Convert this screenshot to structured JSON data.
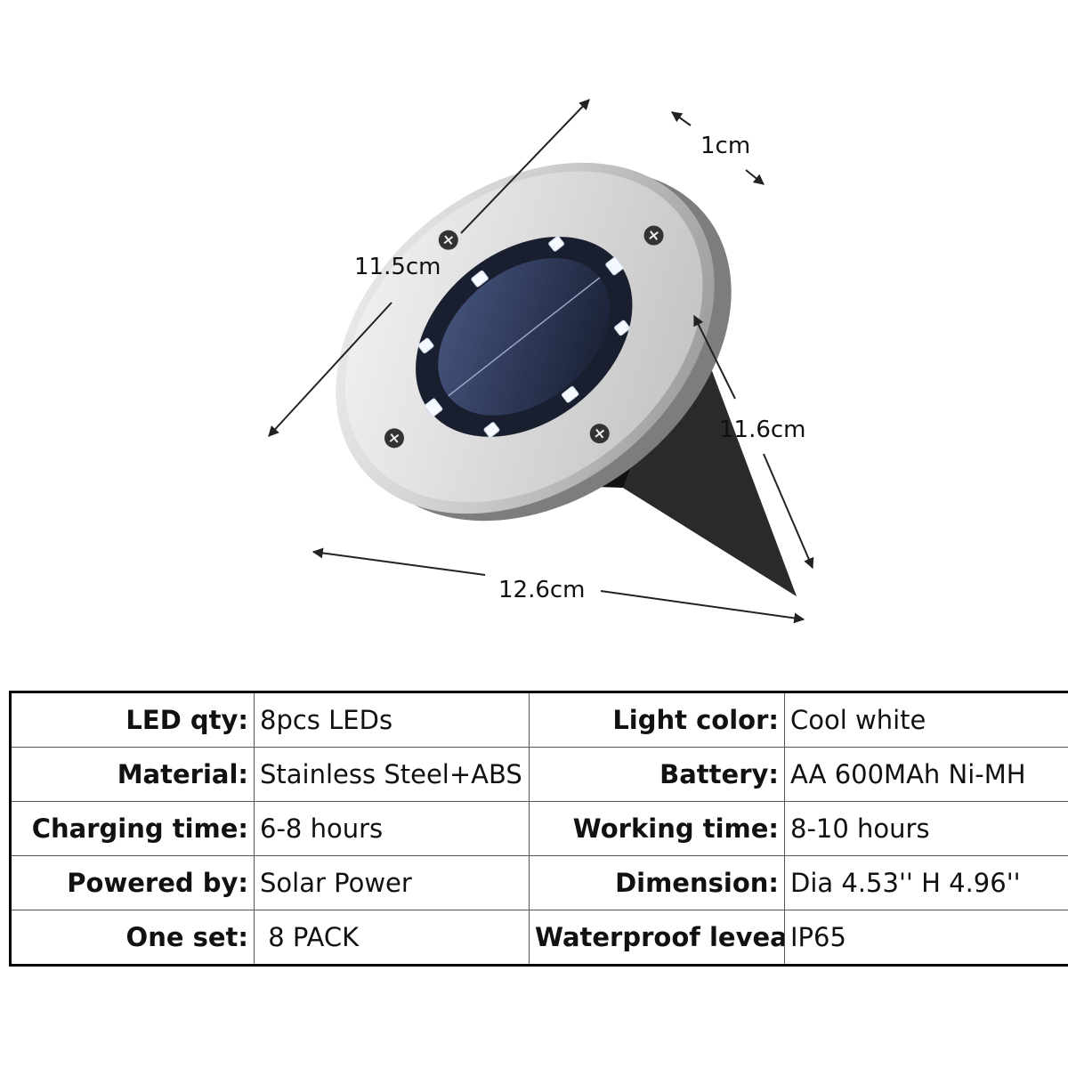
{
  "dimensions": {
    "thickness": "1cm",
    "diameter_top": "11.5cm",
    "height": "11.6cm",
    "width_base": "12.6cm"
  },
  "specs": [
    [
      {
        "label": "LED qty:",
        "value": "8pcs LEDs"
      },
      {
        "label": "Light color:",
        "value": "Cool white"
      }
    ],
    [
      {
        "label": "Material:",
        "value": "Stainless Steel+ABS"
      },
      {
        "label": "Battery:",
        "value": "AA 600MAh Ni-MH"
      }
    ],
    [
      {
        "label": "Charging time:",
        "value": "6-8 hours"
      },
      {
        "label": "Working time:",
        "value": "8-10 hours"
      }
    ],
    [
      {
        "label": "Powered by:",
        "value": "Solar Power"
      },
      {
        "label": "Dimension:",
        "value": "Dia 4.53'' H 4.96''"
      }
    ],
    [
      {
        "label": "One set:",
        "value": " 8 PACK"
      },
      {
        "label": "Waterproof leveal:",
        "value": "IP65"
      }
    ]
  ]
}
